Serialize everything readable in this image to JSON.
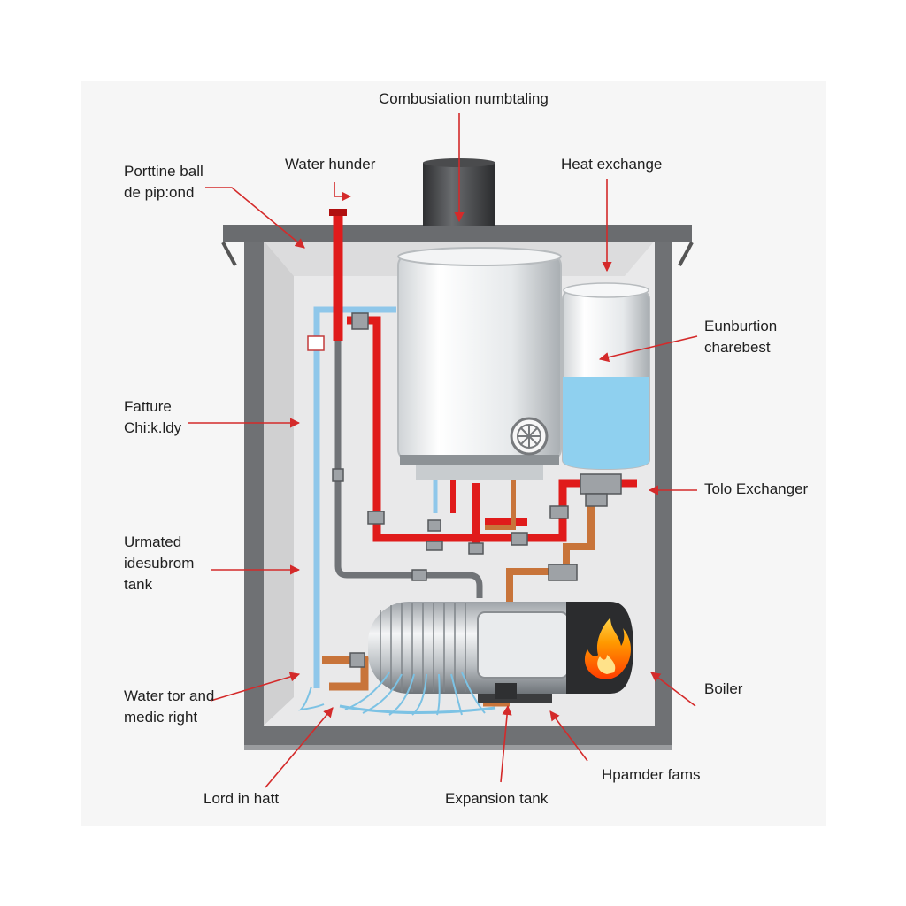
{
  "labels": {
    "combustion": "Combusiation numbtaling",
    "water_hunder": "Water hunder",
    "heat_exchange": "Heat exchange",
    "portline_line1": "Porttine ball",
    "portline_line2": "de pip:ond",
    "eunburtion_line1": "Eunburtion",
    "eunburtion_line2": "charebest",
    "fatture_line1": "Fatture",
    "fatture_line2": "Chi:k.ldy",
    "tolo_exchanger": "Tolo Exchanger",
    "urmated_line1": "Urmated",
    "urmated_line2": "idesubrom",
    "urmated_line3": "tank",
    "water_tor_line1": "Water tor and",
    "water_tor_line2": "medic right",
    "boiler": "Boiler",
    "hpamder": "Hpamder fams",
    "lord": "Lord in hatt",
    "expansion": "Expansion tank"
  },
  "colors": {
    "arrow": "#d42a2a",
    "hot_pipe": "#e01b1b",
    "cold_pipe": "#8fc7ea",
    "copper_pipe": "#c8743a",
    "frame": "#6d6f72",
    "water": "#8fd0ef",
    "flame": "#ff8a00"
  },
  "icons": {
    "fan": "fan-icon",
    "flame": "flame-icon"
  }
}
